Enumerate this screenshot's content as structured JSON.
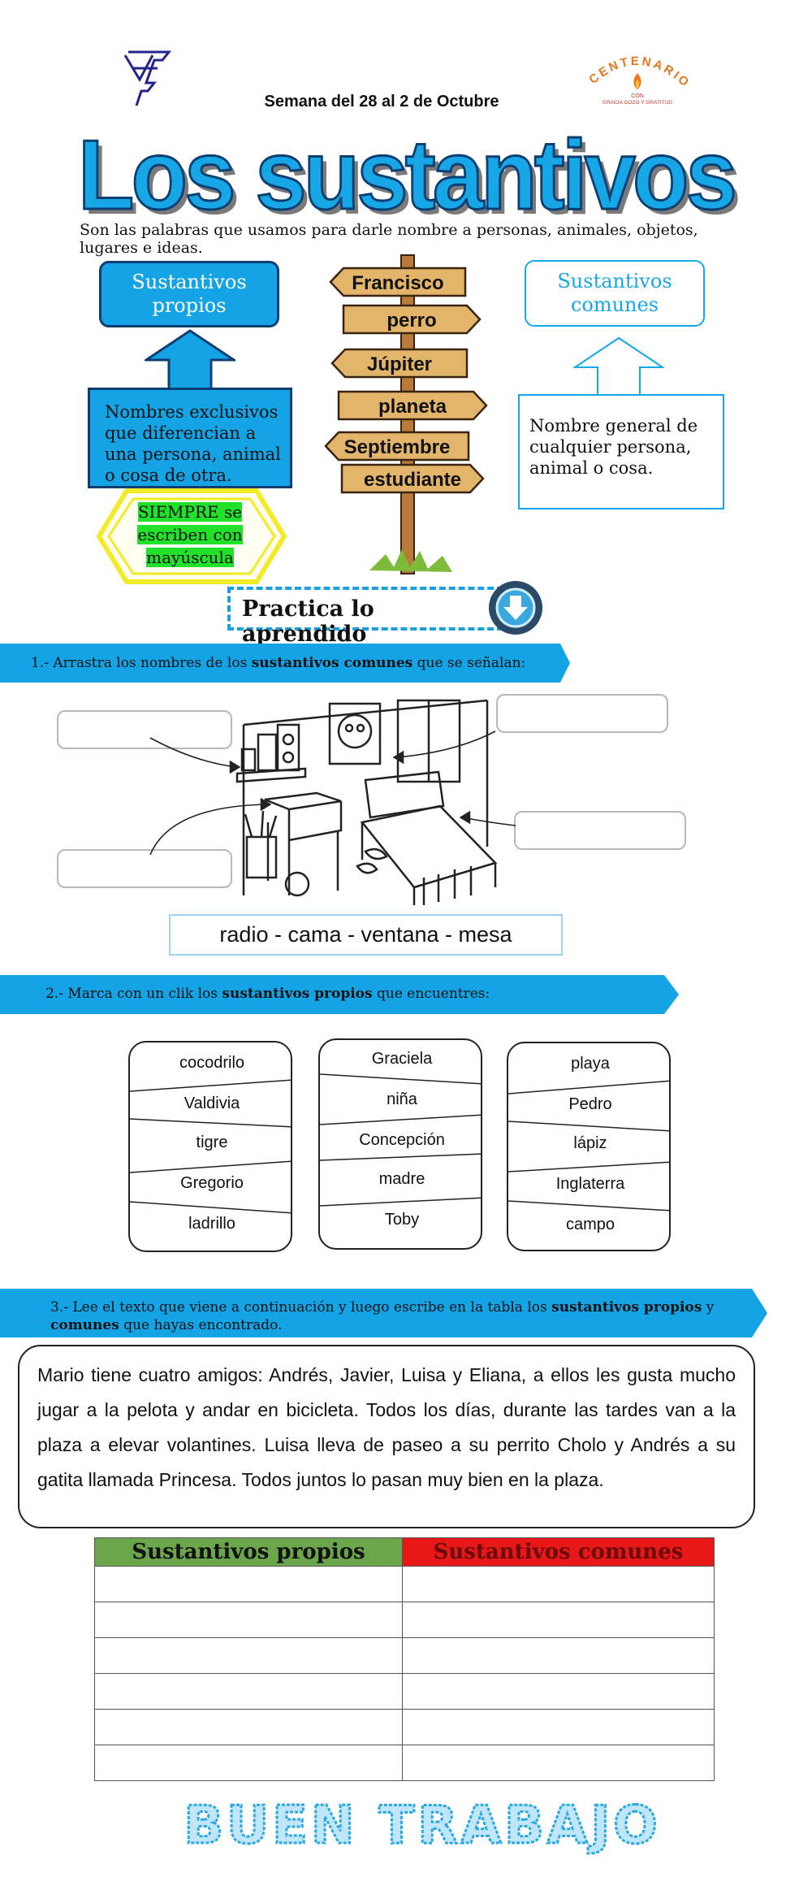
{
  "header": {
    "logo_left_icon": "school-crest-icon",
    "logo_right_text": "CENTENARIO",
    "logo_right_sub": "CON GRACIA GOZO Y GRATITUD",
    "week": "Semana del 28 al 2 de Octubre",
    "title": "Los sustantivos",
    "definition": "Son las palabras que usamos para darle nombre a personas, animales, objetos, lugares e ideas."
  },
  "concepts": {
    "proper_label": "Sustantivos propios",
    "proper_desc": "Nombres exclusivos que diferencian a una persona, animal o cosa de otra.",
    "always": "SIEMPRE se escriben con mayúscula",
    "common_label": "Sustantivos comunes",
    "common_desc": "Nombre general de cualquier persona, animal o cosa.",
    "signpost": [
      "Francisco",
      "perro",
      "Júpiter",
      "planeta",
      "Septiembre",
      "estudiante"
    ]
  },
  "practice": {
    "label": "Practica lo aprendido",
    "icon": "arrow-down-circle-icon"
  },
  "exercise1": {
    "prefix": "1.- Arrastra los nombres de los ",
    "bold": "sustantivos comunes",
    "suffix": " que se señalan:",
    "word_bank": "radio -  cama -  ventana -  mesa"
  },
  "exercise2": {
    "prefix": "2.- Marca con un clik los ",
    "bold": "sustantivos propios",
    "suffix": " que encuentres:",
    "columns": [
      [
        "cocodrilo",
        "Valdivia",
        "tigre",
        "Gregorio",
        "ladrillo"
      ],
      [
        "Graciela",
        "niña",
        "Concepción",
        "madre",
        "Toby"
      ],
      [
        "playa",
        "Pedro",
        "lápiz",
        "Inglaterra",
        "campo"
      ]
    ]
  },
  "exercise3": {
    "prefix": "3.- Lee el texto que viene a continuación y luego escribe en la tabla los ",
    "bold1": "sustantivos propios",
    "mid": " y ",
    "bold2": "comunes",
    "suffix": " que hayas encontrado.",
    "passage": "Mario tiene cuatro amigos: Andrés, Javier, Luisa y Eliana, a ellos les gusta mucho jugar a la pelota y andar en bicicleta. Todos los días, durante las tardes van a la plaza a elevar volantines. Luisa lleva de paseo a su perrito Cholo y Andrés a su gatita llamada Princesa. Todos juntos lo pasan muy bien en la plaza.",
    "table_headers": [
      "Sustantivos propios",
      "Sustantivos comunes"
    ],
    "table_rows": 6
  },
  "footer": {
    "good_job": "¡BUEN TRABAJO!"
  },
  "colors": {
    "accent_blue": "#14a3e4",
    "dark_blue": "#0b3f73",
    "green_header": "#6ba54c",
    "red_header": "#e81818"
  }
}
